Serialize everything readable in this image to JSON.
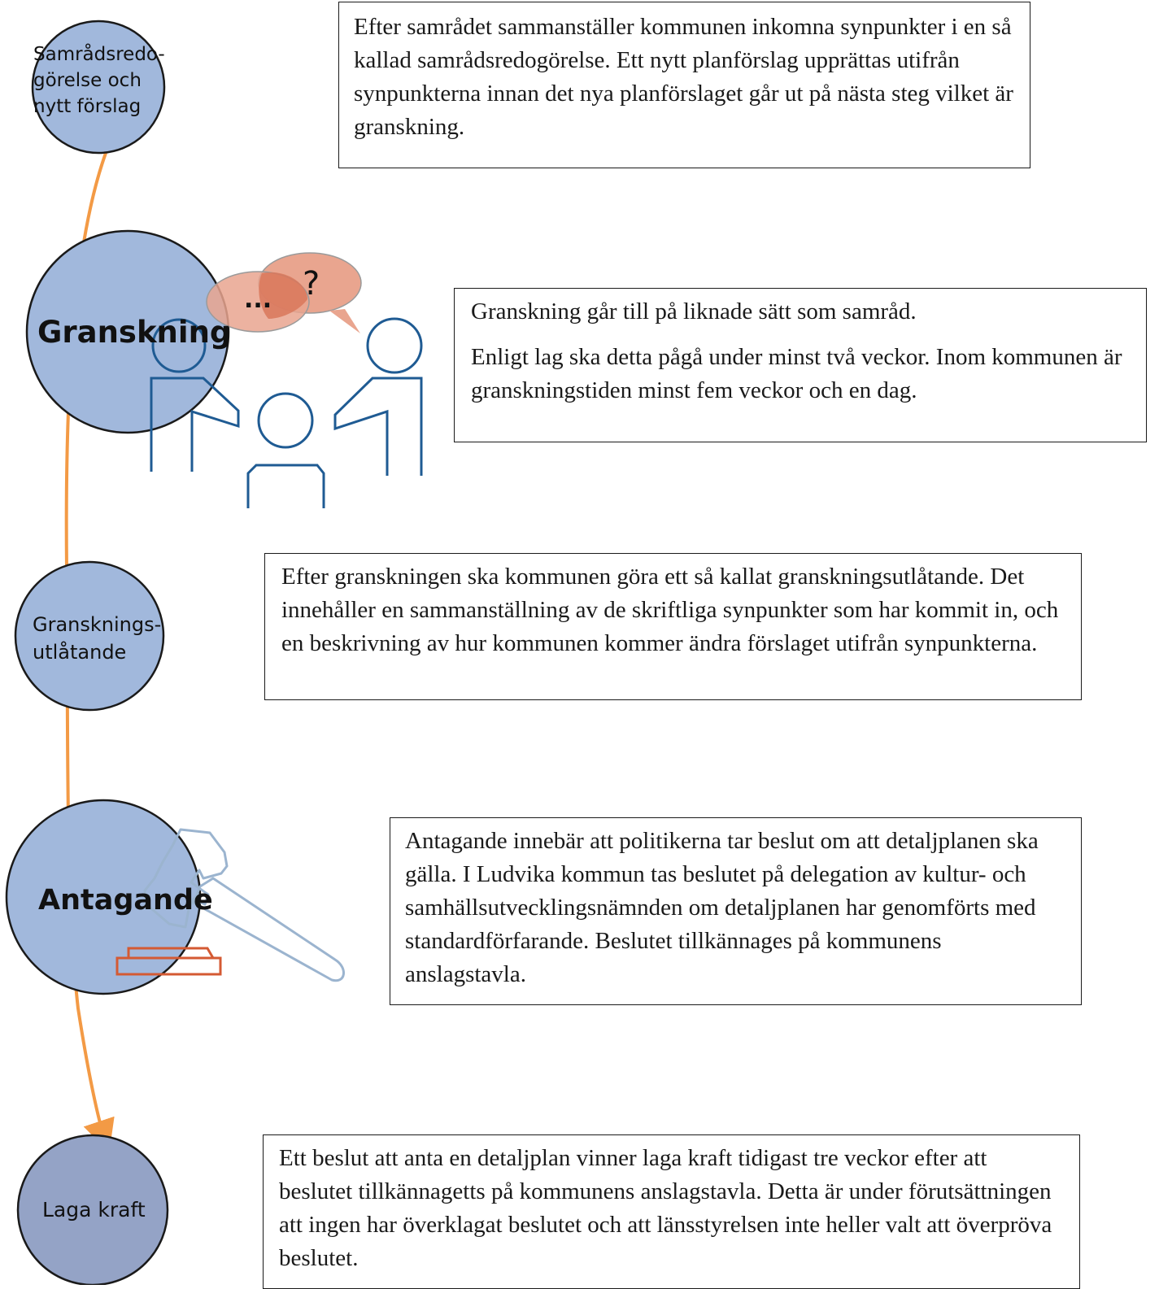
{
  "colors": {
    "node_fill": "#a1b8dc",
    "node_fill_final": "#94a3c6",
    "connector": "#f39a45",
    "people_stroke": "#1f5b93",
    "bubble_fill": "#e9a58f",
    "bubble_overlap": "#d9775a",
    "gavel_stroke": "#9bb4cf",
    "block_stroke": "#d45a33"
  },
  "nodes": {
    "samradsredogorelse": {
      "lines": [
        "Samrådsredo-",
        "görelse och",
        "nytt förslag"
      ]
    },
    "granskning": {
      "label": "Granskning"
    },
    "granskningsutlatande": {
      "lines": [
        "Gransknings-",
        "utlåtande"
      ]
    },
    "antagande": {
      "label": "Antagande"
    },
    "laga_kraft": {
      "label": "Laga kraft"
    }
  },
  "illustrations": {
    "speech_bubble_left": "...",
    "speech_bubble_right": "?",
    "people_icon": "people-discussing-icon",
    "gavel_icon": "gavel-icon"
  },
  "boxes": {
    "samradsredogorelse": {
      "paragraphs": [
        "Efter samrådet sammanställer kommunen inkomna synpunkter i en så kallad samrådsredogörelse. Ett nytt planförslag upprättas utifrån synpunkterna innan det nya planförslaget går ut på nästa steg vilket är granskning."
      ]
    },
    "granskning": {
      "paragraphs": [
        "Granskning går till på liknade sätt som samråd.",
        "Enligt lag ska detta pågå under minst två veckor. Inom kommunen är granskningstiden minst fem veckor och en dag."
      ]
    },
    "granskningsutlatande": {
      "paragraphs": [
        "Efter granskningen ska kommunen göra ett så kallat granskningsutlåtande. Det innehåller en sammanställning av de skriftliga synpunkter som har kommit in, och en beskrivning av hur kommunen kommer ändra förslaget utifrån synpunkterna."
      ]
    },
    "antagande": {
      "paragraphs": [
        "Antagande innebär att politikerna tar beslut om att detaljplanen ska gälla. I Ludvika kommun tas beslutet på delegation av kultur- och samhällsutvecklingsnämnden om detaljplanen har genomförts med standardförfarande. Beslutet tillkännages på kommunens anslagstavla."
      ]
    },
    "laga_kraft": {
      "paragraphs": [
        "Ett beslut att anta en detaljplan vinner laga kraft tidigast tre veckor efter att beslutet tillkännagetts på kommunens anslagstavla. Detta är under förutsättningen att ingen har överklagat beslutet och att länsstyrelsen inte heller valt att överpröva beslutet."
      ]
    }
  }
}
